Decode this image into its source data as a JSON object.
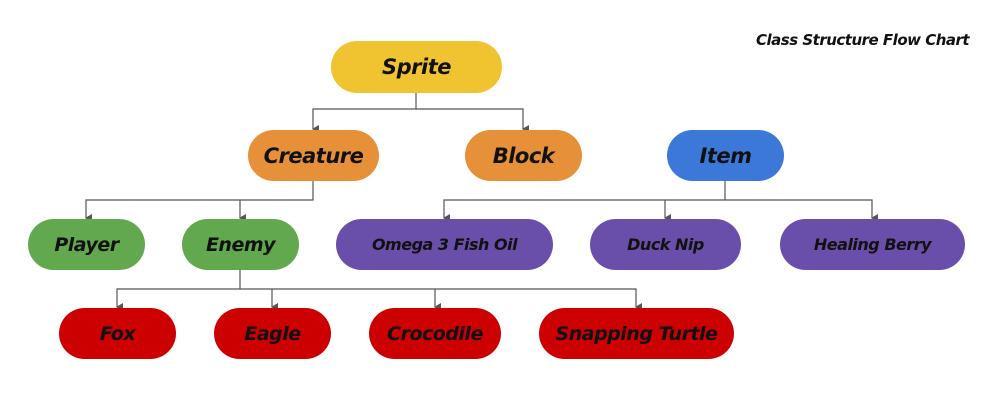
{
  "title": "Class Structure Flow Chart",
  "colors": {
    "yellow": "#F0C430",
    "orange": "#E6913A",
    "blue": "#3B78D8",
    "green": "#62A84E",
    "purple": "#6A4FAA",
    "red": "#CC0000",
    "connector": "#555555"
  },
  "nodes": {
    "sprite": {
      "label": "Sprite",
      "color": "#F0C430"
    },
    "creature": {
      "label": "Creature",
      "color": "#E6913A"
    },
    "block": {
      "label": "Block",
      "color": "#E6913A"
    },
    "item": {
      "label": "Item",
      "color": "#3B78D8"
    },
    "player": {
      "label": "Player",
      "color": "#62A84E"
    },
    "enemy": {
      "label": "Enemy",
      "color": "#62A84E"
    },
    "omega": {
      "label": "Omega 3 Fish Oil",
      "color": "#6A4FAA"
    },
    "ducknip": {
      "label": "Duck Nip",
      "color": "#6A4FAA"
    },
    "healing": {
      "label": "Healing Berry",
      "color": "#6A4FAA"
    },
    "fox": {
      "label": "Fox",
      "color": "#CC0000"
    },
    "eagle": {
      "label": "Eagle",
      "color": "#CC0000"
    },
    "croc": {
      "label": "Crocodile",
      "color": "#CC0000"
    },
    "turtle": {
      "label": "Snapping Turtle",
      "color": "#CC0000"
    }
  },
  "edges": [
    {
      "from": "Sprite",
      "to": "Creature"
    },
    {
      "from": "Sprite",
      "to": "Block"
    },
    {
      "from": "Creature",
      "to": "Player"
    },
    {
      "from": "Creature",
      "to": "Enemy"
    },
    {
      "from": "Item",
      "to": "Omega 3 Fish Oil"
    },
    {
      "from": "Item",
      "to": "Duck Nip"
    },
    {
      "from": "Item",
      "to": "Healing Berry"
    },
    {
      "from": "Enemy",
      "to": "Fox"
    },
    {
      "from": "Enemy",
      "to": "Eagle"
    },
    {
      "from": "Enemy",
      "to": "Crocodile"
    },
    {
      "from": "Enemy",
      "to": "Snapping Turtle"
    }
  ]
}
